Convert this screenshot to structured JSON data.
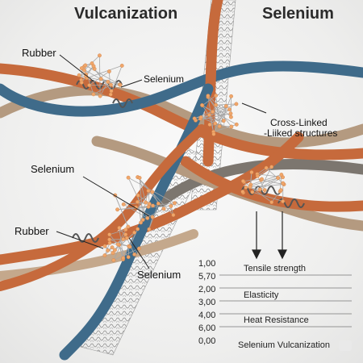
{
  "header": {
    "left_title": "Vulcanization",
    "right_title": "Selenium"
  },
  "labels": {
    "rubber_top": "Rubber",
    "selenium_top": "Selenium",
    "crosslinked_line1": "Cross-Linked",
    "crosslinked_line2": "-Liiked structures",
    "selenium_mid": "Selenium",
    "rubber_bottom": "Rubber",
    "selenium_bottom": "Selenium"
  },
  "table": {
    "ticks": [
      "1,00",
      "5,70",
      "2,00",
      "3,00",
      "4,00",
      "6,00",
      "0,00"
    ],
    "rows": [
      "Tensile strength",
      "Elasticity",
      "Heat Resistance"
    ],
    "footer": "Selenium Vulcanization"
  },
  "colors": {
    "copper": "#c66a3c",
    "blue": "#3f6b8a",
    "tan": "#b49a80",
    "gray": "#7c766f",
    "atom": "#f0a66a",
    "bond": "#a7a7a7"
  },
  "icons": {
    "badge": "watermark-badge"
  }
}
